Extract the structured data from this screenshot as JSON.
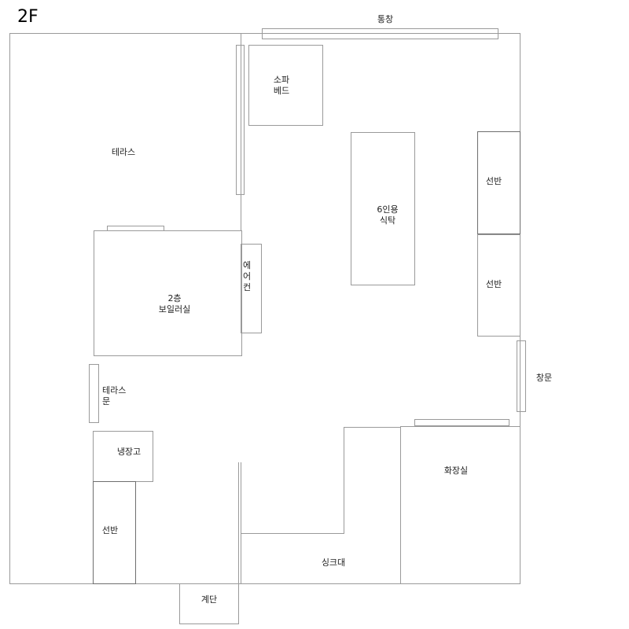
{
  "floor_label": "2F",
  "rooms": {
    "terrace": "테라스",
    "window_top": "통창",
    "sofa_bed": "소파\n베드",
    "dining_table": "6인용\n식탁",
    "shelf_right_top": "선반",
    "shelf_right_bottom": "선반",
    "air_conditioner": "에\n어\n컨",
    "boiler_room": "2층\n보일러실",
    "window_door": "창문",
    "terrace_door": "테라스\n문",
    "refrigerator": "냉장고",
    "bathroom": "화장실",
    "shelf_left": "선반",
    "sink": "싱크대",
    "stairs": "계단"
  }
}
